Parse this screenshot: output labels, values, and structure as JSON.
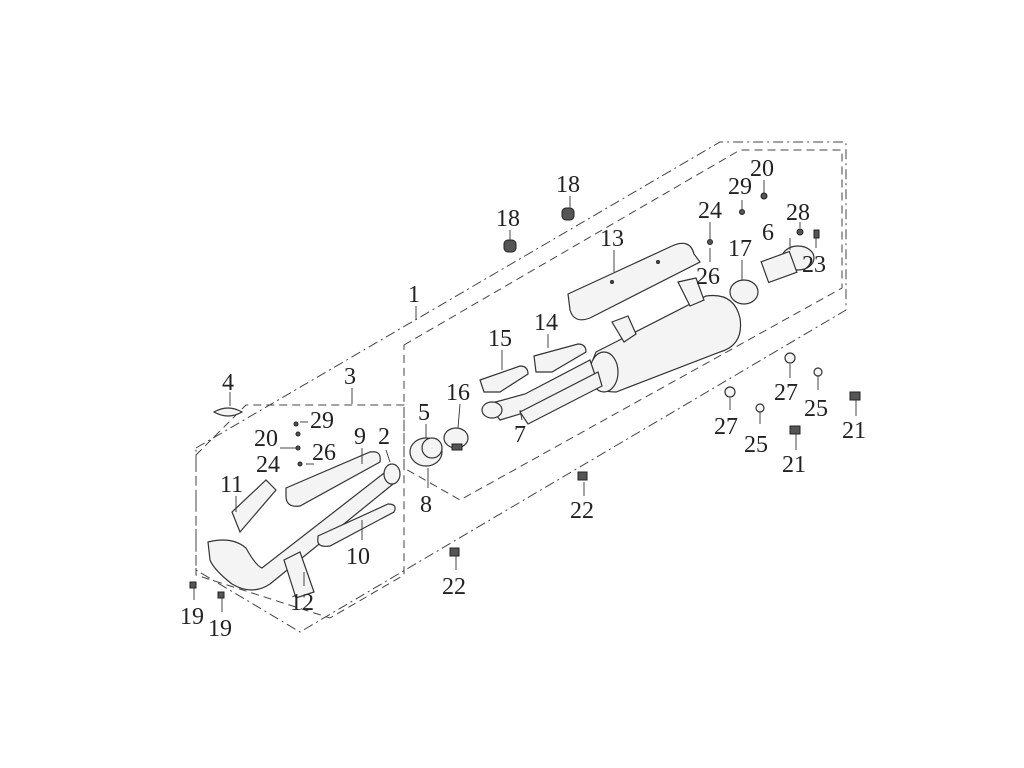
{
  "labels": {
    "l1": "1",
    "l2": "2",
    "l3": "3",
    "l4": "4",
    "l5": "5",
    "l6": "6",
    "l7": "7",
    "l8": "8",
    "l9": "9",
    "l10": "10",
    "l11": "11",
    "l12": "12",
    "l13": "13",
    "l14": "14",
    "l15": "15",
    "l16": "16",
    "l17": "17",
    "l18a": "18",
    "l18b": "18",
    "l19a": "19",
    "l19b": "19",
    "l20a": "20",
    "l20b": "20",
    "l21a": "21",
    "l21b": "21",
    "l22a": "22",
    "l22b": "22",
    "l23": "23",
    "l24a": "24",
    "l24b": "24",
    "l25a": "25",
    "l25b": "25",
    "l26a": "26",
    "l26b": "26",
    "l27a": "27",
    "l27b": "27",
    "l28": "28",
    "l29a": "29",
    "l29b": "29"
  }
}
